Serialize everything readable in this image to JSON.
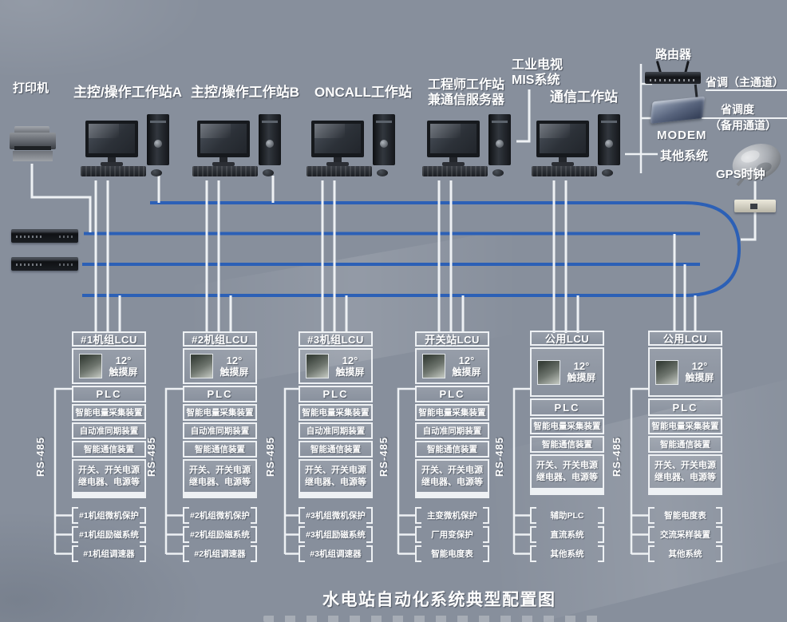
{
  "title": "水电站自动化系统典型配置图",
  "colors": {
    "background": "#878f9c",
    "bus_blue": "#2c60b6",
    "wire_white": "#eef1f4"
  },
  "labels": {
    "printer": "打印机",
    "workstation_a": "主控/操作工作站A",
    "workstation_b": "主控/操作工作站B",
    "oncall": "ONCALL工作站",
    "engineer_line1": "工程师工作站",
    "engineer_line2": "兼通信服务器",
    "mis_line1": "工业电视",
    "mis_line2": "MIS系统",
    "comm": "通信工作站",
    "router": "路由器",
    "channel_main": "省调（主通道）",
    "channel_backup_name": "省调度",
    "channel_backup_note": "（备用通道）",
    "modem": "MODEM",
    "other_systems": "其他系统",
    "gps_clock": "GPS时钟",
    "rs485": "RS-485"
  },
  "lcu_columns": [
    {
      "header": "#1机组LCU",
      "screen_size": "12°",
      "screen_name": "触摸屏",
      "plc": "PLC",
      "sections": [
        "智能电量采集装置",
        "自动准同期装置",
        "智能通信装置"
      ],
      "big_line1": "开关、开关电源",
      "big_line2": "继电器、电源等",
      "items": [
        "#1机组微机保护",
        "#1机组励磁系统",
        "#1机组调速器"
      ]
    },
    {
      "header": "#2机组LCU",
      "screen_size": "12°",
      "screen_name": "触摸屏",
      "plc": "PLC",
      "sections": [
        "智能电量采集装置",
        "自动准同期装置",
        "智能通信装置"
      ],
      "big_line1": "开关、开关电源",
      "big_line2": "继电器、电源等",
      "items": [
        "#2机组微机保护",
        "#2机组励磁系统",
        "#2机组调速器"
      ]
    },
    {
      "header": "#3机组LCU",
      "screen_size": "12°",
      "screen_name": "触摸屏",
      "plc": "PLC",
      "sections": [
        "智能电量采集装置",
        "自动准同期装置",
        "智能通信装置"
      ],
      "big_line1": "开关、开关电源",
      "big_line2": "继电器、电源等",
      "items": [
        "#3机组微机保护",
        "#3机组励磁系统",
        "#3机组调速器"
      ]
    },
    {
      "header": "开关站LCU",
      "screen_size": "12°",
      "screen_name": "触摸屏",
      "plc": "PLC",
      "sections": [
        "智能电量采集装置",
        "自动准同期装置",
        "智能通信装置"
      ],
      "big_line1": "开关、开关电源",
      "big_line2": "继电器、电源等",
      "items": [
        "主变微机保护",
        "厂用变保护",
        "智能电度表"
      ]
    },
    {
      "header": "公用LCU",
      "screen_size": "12°",
      "screen_name": "触摸屏",
      "plc": "PLC",
      "sections": [
        "智能电量采集装置",
        "智能通信装置"
      ],
      "big_line1": "开关、开关电源",
      "big_line2": "继电器、电源等",
      "items": [
        "辅助PLC",
        "直流系统",
        "其他系统"
      ]
    },
    {
      "header": "公用LCU",
      "screen_size": "12°",
      "screen_name": "触摸屏",
      "plc": "PLC",
      "sections": [
        "智能电量采集装置",
        "智能通信装置"
      ],
      "big_line1": "开关、开关电源",
      "big_line2": "继电器、电源等",
      "items": [
        "智能电度表",
        "交流采样装置",
        "其他系统"
      ]
    }
  ]
}
